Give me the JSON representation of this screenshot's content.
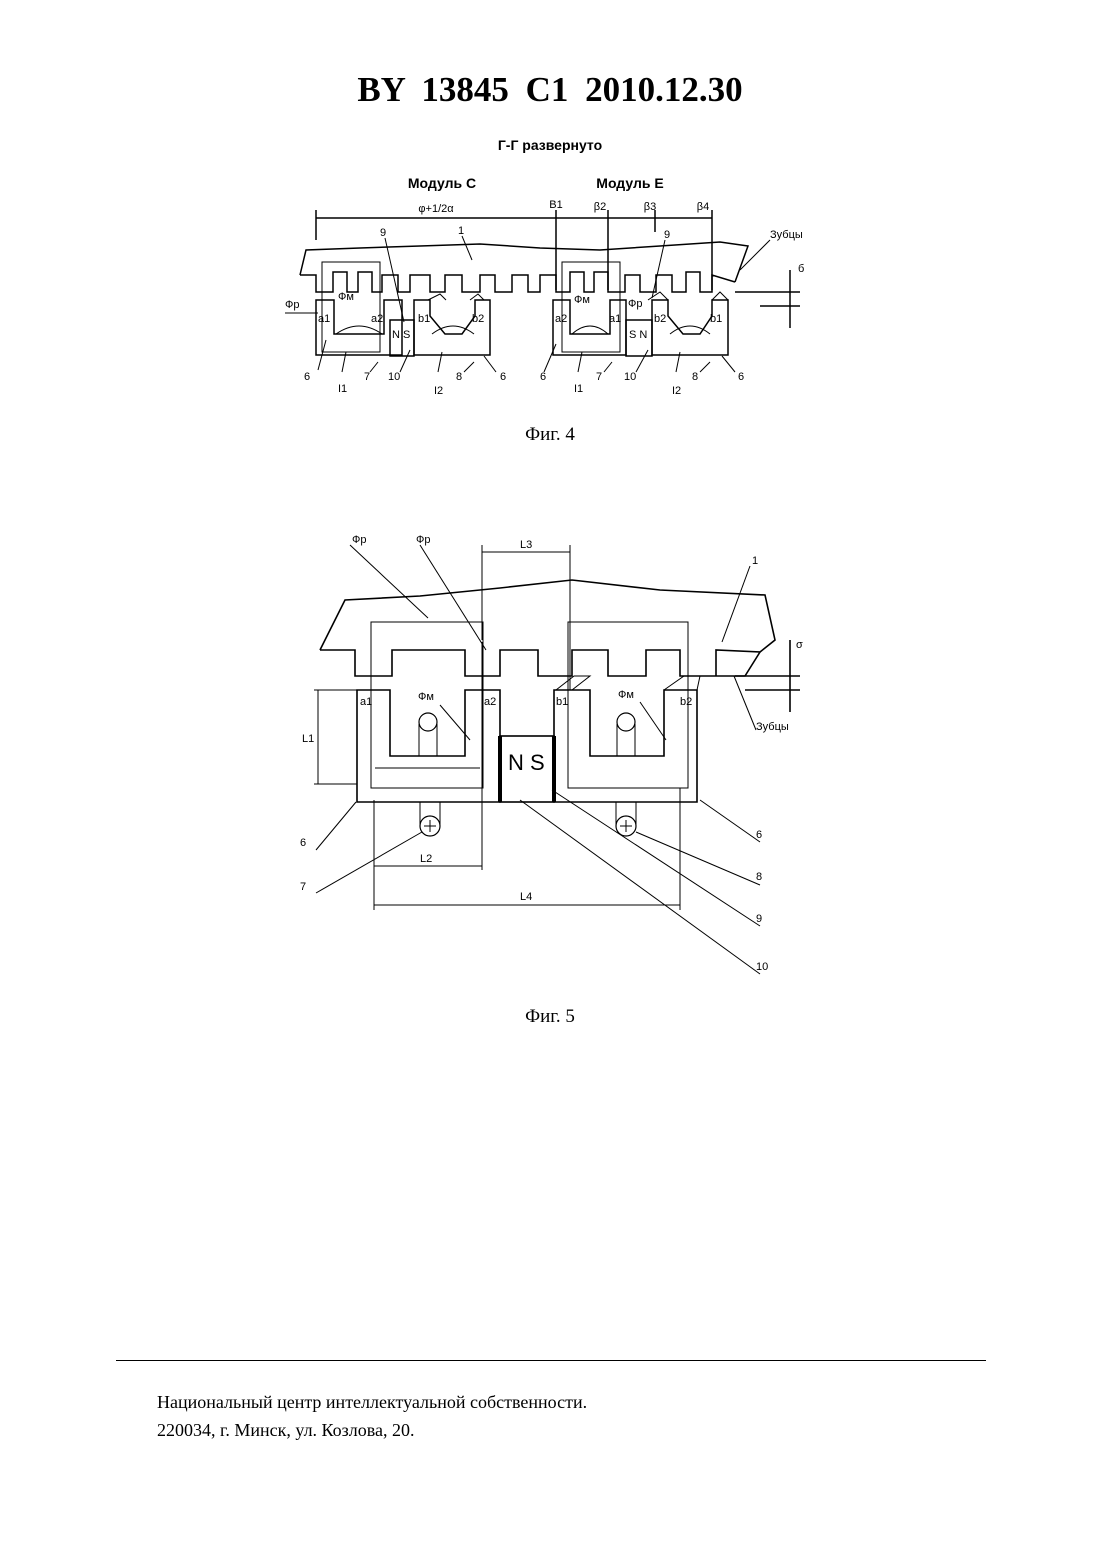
{
  "header": {
    "patent": "BY 13845 C1 2010.12.30"
  },
  "fig4": {
    "section_title": "Г-Г развернуто",
    "module_c": "Модуль C",
    "module_e": "Модуль E",
    "dim_phi": "φ+1/2α",
    "beta1": "В1",
    "beta2": "β2",
    "beta3": "β3",
    "beta4": "β4",
    "teeth": "Зубцы",
    "gap": "б",
    "phi_r": "Фр",
    "phi_m": "Фм",
    "a1": "a1",
    "a2": "a2",
    "b1": "b1",
    "b2": "b2",
    "ns": "N S",
    "sn": "S N",
    "n1": "1",
    "n9": "9",
    "n6": "6",
    "n7": "7",
    "n8": "8",
    "n10": "10",
    "i1": "I1",
    "i2": "I2",
    "caption": "Фиг. 4"
  },
  "fig5": {
    "phi_r": "Фр",
    "phi_m": "Фм",
    "l1": "L1",
    "l2": "L2",
    "l3": "L3",
    "l4": "L4",
    "gap": "σ",
    "teeth": "Зубцы",
    "a1": "a1",
    "a2": "a2",
    "b1": "b1",
    "b2": "b2",
    "ns": "N S",
    "n1": "1",
    "n6": "6",
    "n7": "7",
    "n8": "8",
    "n9": "9",
    "n10": "10",
    "caption": "Фиг. 5"
  },
  "footer": {
    "line1": "Национальный центр интеллектуальной собственности.",
    "line2": "220034, г. Минск, ул. Козлова, 20."
  }
}
